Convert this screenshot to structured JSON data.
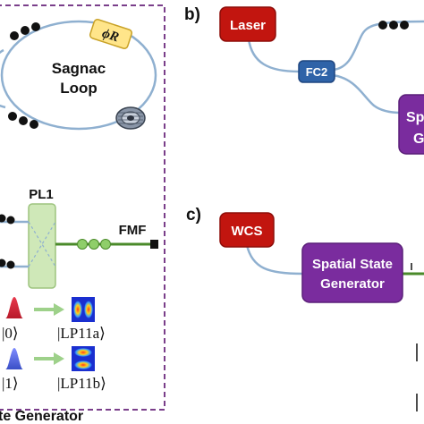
{
  "panel_a": {
    "sagnac_label_line1": "Sagnac",
    "sagnac_label_line2": "Loop",
    "phase_label": "ϕR",
    "pl1_label": "PL1",
    "fmf_label": "FMF",
    "ket_0": "|0⟩",
    "ket_1": "|1⟩",
    "mode_a": "|LP11a⟩",
    "mode_b": "|LP11b⟩",
    "caption": "te Generator"
  },
  "panel_b": {
    "letter": "b)",
    "laser_label": "Laser",
    "coupler_label": "FC2",
    "generator_partial_line1": "Spa",
    "generator_partial_line2": "G"
  },
  "panel_c": {
    "letter": "c)",
    "source_label": "WCS",
    "generator_line1": "Spatial State",
    "generator_line2": "Generator"
  },
  "colors": {
    "fiber": "#8fb0d0",
    "dashed_border": "#7a3e8a",
    "red_box": "#c2150f",
    "blue_box": "#2f63a8",
    "purple_box": "#7a2c9e",
    "pl_fill": "#cfe8b8",
    "fmf_green": "#4a8a2a",
    "bead_green": "#8fce6a",
    "phase_fill": "#ffe58a",
    "arrow_green": "#9ed18a",
    "pulse_red": "#d9283a",
    "pulse_blue": "#5a6fd6"
  }
}
